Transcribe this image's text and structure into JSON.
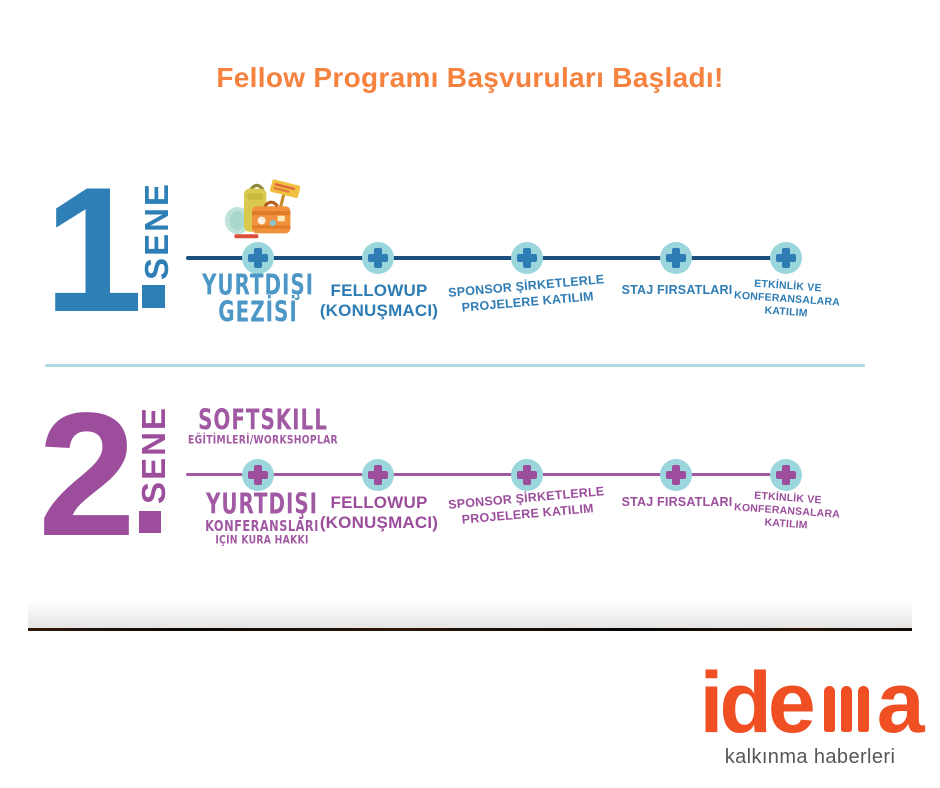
{
  "title": {
    "text": "Fellow Programı Başvuruları Başladı!"
  },
  "year1": {
    "number_digit": "1",
    "year_word": "SENE",
    "milestones": [
      {
        "lines": [
          "YURTDIŞI",
          "GEZİSİ"
        ]
      },
      {
        "lines": [
          "FELLOWUP",
          "(KONUŞMACI)"
        ]
      },
      {
        "lines": [
          "SPONSOR ŞİRKETLERLE",
          "PROJELERE KATILIM"
        ]
      },
      {
        "lines": [
          "STAJ FIRSATLARI"
        ]
      },
      {
        "lines": [
          "ETKİNLİK VE",
          "KONFERANSALARA",
          "KATILIM"
        ]
      }
    ]
  },
  "year2": {
    "number_digit": "2",
    "year_word": "SENE",
    "first_above": {
      "lines": [
        "SOFTSKILL",
        "EĞİTİMLERİ/WORKSHOPLAR"
      ]
    },
    "milestones": [
      {
        "lines": [
          "YURTDIŞI",
          "KONFERANSLARI",
          "İÇİN KURA HAKKI"
        ]
      },
      {
        "lines": [
          "FELLOWUP",
          "(KONUŞMACI)"
        ]
      },
      {
        "lines": [
          "SPONSOR ŞİRKETLERLE",
          "PROJELERE KATILIM"
        ]
      },
      {
        "lines": [
          "STAJ FIRSATLARI"
        ]
      },
      {
        "lines": [
          "ETKİNLİK VE",
          "KONFERANSALARA",
          "KATILIM"
        ]
      }
    ]
  },
  "footer": {
    "logo_prefix": "ide",
    "logo_suffix": "a",
    "logo_name": "idema",
    "tagline": "kalkınma haberleri"
  },
  "icons": {
    "timeline_marker": "plus-icon",
    "year1_illustration": "luggage-illustration"
  },
  "colors": {
    "title_orange": "#F6823F",
    "year1_blue": "#2E7CB4",
    "year1_line_navy": "#1C4E7E",
    "year1_hand_blue": "#4C97C6",
    "year2_purple": "#9B4D9C",
    "year2_line_purple": "#A158A1",
    "node_teal": "#9BD6DD",
    "divider_teal": "#ABDEE3",
    "logo_orange": "#F04E23",
    "tagline_gray": "#55565A"
  }
}
